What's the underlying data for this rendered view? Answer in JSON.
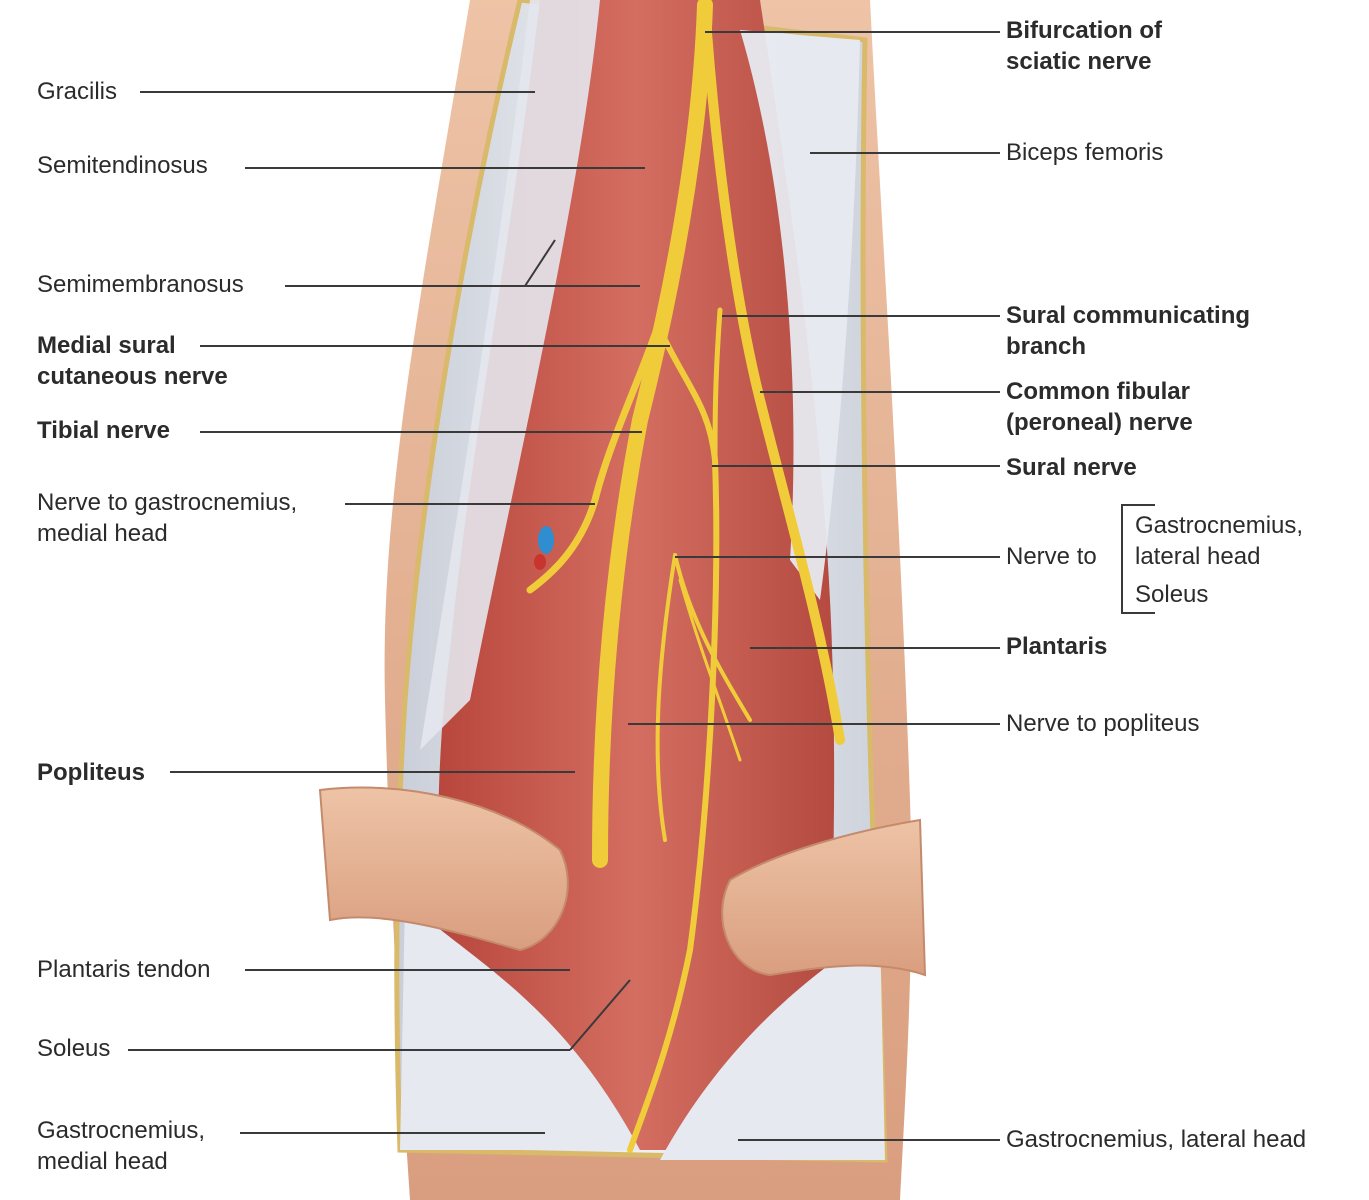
{
  "labels": {
    "gracilis": "Gracilis",
    "semitendinosus": "Semitendinosus",
    "semimembranosus": "Semimembranosus",
    "medial_sural_cutaneous_nerve": [
      "Medial sural",
      "cutaneous nerve"
    ],
    "tibial_nerve": "Tibial nerve",
    "nerve_to_gastrocnemius_medial": [
      "Nerve to gastrocnemius,",
      "medial head"
    ],
    "popliteus": "Popliteus",
    "plantaris_tendon": "Plantaris tendon",
    "soleus_left": "Soleus",
    "gastrocnemius_medial_head": [
      "Gastrocnemius,",
      "medial head"
    ],
    "bifurcation_sciatic": [
      "Bifurcation of",
      "sciatic nerve"
    ],
    "biceps_femoris": "Biceps femoris",
    "sural_communicating_branch": [
      "Sural communicating",
      "branch"
    ],
    "common_fibular_nerve": [
      "Common fibular",
      "(peroneal) nerve"
    ],
    "sural_nerve": "Sural nerve",
    "nerve_to": "Nerve to",
    "gastrocnemius_lateral_head_bracket": [
      "Gastrocnemius,",
      "lateral head"
    ],
    "soleus_bracket": "Soleus",
    "plantaris": "Plantaris",
    "nerve_to_popliteus": "Nerve to popliteus",
    "gastrocnemius_lateral_head": "Gastrocnemius, lateral head"
  },
  "colors": {
    "muscle": "#c4554a",
    "muscle_light": "#d9786b",
    "fascia": "#dfe3ea",
    "skin": "#e8b89a",
    "nerve": "#f2cf3a",
    "leader": "#3a3a3a",
    "text": "#2b2b2b"
  }
}
